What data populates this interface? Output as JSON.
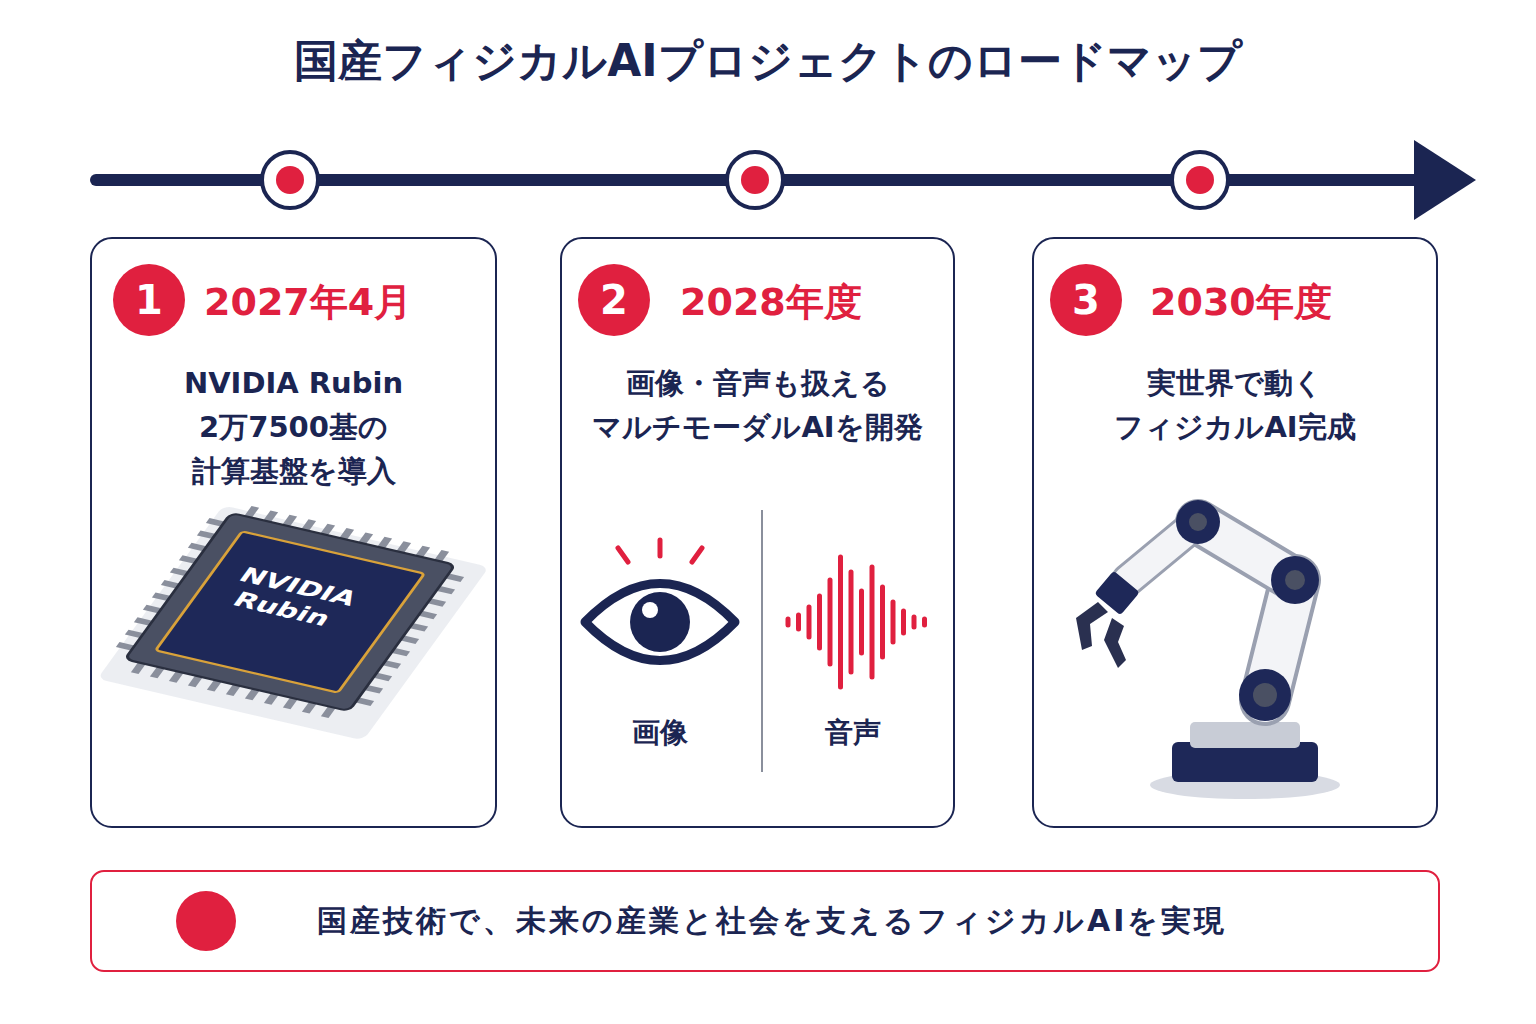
{
  "diagram": {
    "title": "国産フィジカルAIプロジェクトのロードマップ",
    "nodes": [
      {
        "text": [
          "2027年4月",
          "NVIDIA Rubin 2万7500基の 計算基盤を導入"
        ]
      },
      {
        "text": [
          "1"
        ],
        "in": 0
      },
      {
        "text": [
          "2028年度",
          "画像・音声も扱える マルチモーダルAIを開発"
        ]
      },
      {
        "text": [
          "2"
        ],
        "in": 2
      },
      {
        "text": [
          "2030年度",
          "実世界で動く フィジカルAI完成"
        ]
      },
      {
        "text": [
          "3"
        ],
        "in": 4
      },
      {
        "text": [
          "国産技術で、未来の産業と社会を支えるフィジカルAIを実現"
        ]
      }
    ],
    "labels": [
      "NVIDIA Rubin",
      "画像",
      "音声"
    ]
  }
}
